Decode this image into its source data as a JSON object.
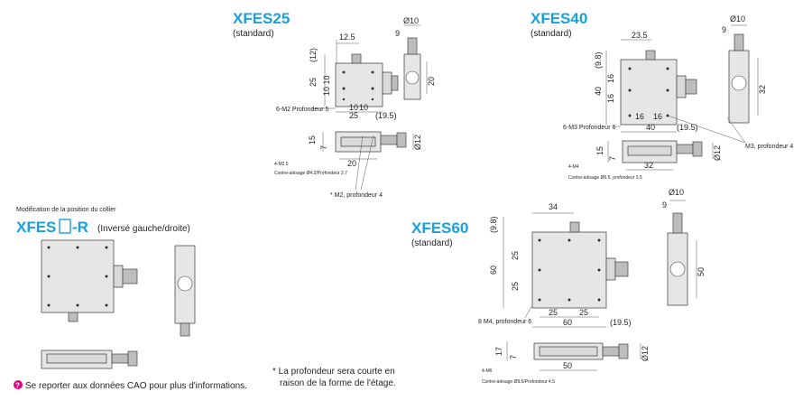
{
  "panels": {
    "xfes25": {
      "title": "XFES25",
      "subtitle": "(standard)",
      "dims": {
        "phi10": "Ø10",
        "nine": "9",
        "d12_5": "12.5",
        "d12": "(12)",
        "d25": "25",
        "d10_10": "10 10",
        "d20": "20",
        "tap": "6-M2 Profondeur 5",
        "d10a": "10",
        "d10b": "10",
        "d25b": "25",
        "d19_5": "(19.5)",
        "d15": "15",
        "d7": "7",
        "phi12": "Ø12",
        "d20b": "20",
        "cb_a": "4-M2.5",
        "cb_b": "Contre-alésage Ø4.2/Profondeur 2.7",
        "m2": "* M2, profondeur 4"
      }
    },
    "xfes40": {
      "title": "XFES40",
      "subtitle": "(standard)",
      "dims": {
        "phi10": "Ø10",
        "nine": "9",
        "d23_5": "23.5",
        "d9_8": "(9.8)",
        "d16": "16",
        "d40": "40",
        "d16b": "16",
        "d32": "32",
        "d16c": "16",
        "d16d": "16",
        "tap": "6-M3 Profondeur 6",
        "d40b": "40",
        "d19_5": "(19.5)",
        "m3": "M3, profondeur 4",
        "d15": "15",
        "d7": "7",
        "phi12": "Ø12",
        "d32b": "32",
        "cb_a": "4-M4",
        "cb_b": "Contre-alésage Ø6.5, profondeur 3.5"
      }
    },
    "xfes60": {
      "title": "XFES60",
      "subtitle": "(standard)",
      "dims": {
        "phi10": "Ø10",
        "nine": "9",
        "d34": "34",
        "d9_8": "(9.8)",
        "d25a": "25",
        "d60": "60",
        "d25b": "25",
        "d50": "50",
        "tap": "8 M4, profondeur 6",
        "d25c": "25",
        "d25d": "25",
        "d60b": "60",
        "d19_5": "(19.5)",
        "d17": "17",
        "d7": "7",
        "phi12": "Ø12",
        "d50b": "50",
        "cb_a": "4-M6",
        "cb_b": "Contre-alésage Ø9.5/Profondeur 4.5"
      }
    },
    "reverse": {
      "caption": "Modification de la position du collier",
      "title_a": "XFES",
      "title_b": "-R",
      "subtitle": "(Inversé gauche/droite)"
    }
  },
  "footnotes": {
    "cad": "Se reporter aux données CAO pour plus d'informations.",
    "depth_line1": "* La profondeur sera courte en",
    "depth_line2": "raison de la forme de l'étage."
  },
  "colors": {
    "accent": "#1aa0dc",
    "cad_icon": "#e5007e"
  }
}
